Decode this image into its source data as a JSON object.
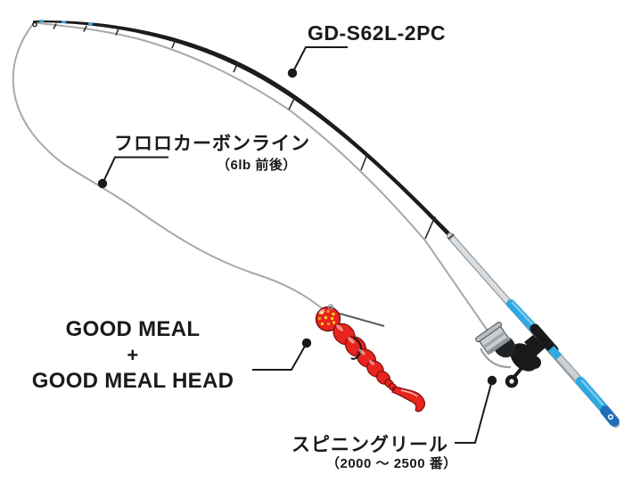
{
  "figure": {
    "rod_label": "GD-S62L-2PC",
    "line_label": {
      "main": "フロロカーボンライン",
      "sub": "（6lb 前後）"
    },
    "lure_label": {
      "line1": "GOOD MEAL",
      "plus": "+",
      "line2": "GOOD MEAL HEAD"
    },
    "reel_label": {
      "main": "スピニングリール",
      "sub": "（2000 〜 2500 番）"
    },
    "colors": {
      "ink": "#1a1a1a",
      "rod_blank_black": "#1c1c1c",
      "rod_blank_silver": "#dbdee0",
      "grip_blue": "#2fa8e1",
      "butt_cap_blue": "#1d6fb7",
      "fishing_line_gray": "#a8a8a8",
      "lure_red": "#e8241e",
      "lure_dot_yellow": "#ffd21e",
      "background": "#ffffff"
    }
  }
}
